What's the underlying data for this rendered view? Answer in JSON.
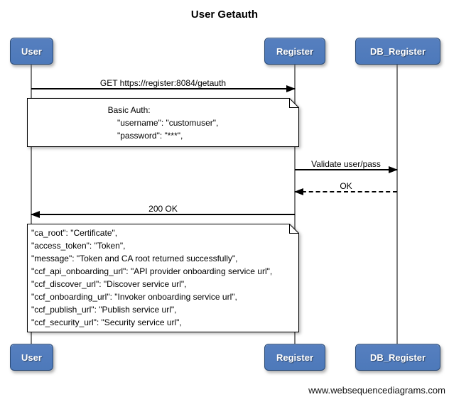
{
  "diagram": {
    "title": "User Getauth",
    "watermark": "www.websequencediagrams.com"
  },
  "actors": [
    {
      "id": "user",
      "label": "User"
    },
    {
      "id": "register",
      "label": "Register"
    },
    {
      "id": "db_register",
      "label": "DB_Register"
    }
  ],
  "messages": [
    {
      "label": "GET https://register:8084/getauth",
      "from": "User",
      "to": "Register",
      "line": "solid"
    },
    {
      "label": "Validate user/pass",
      "from": "Register",
      "to": "DB_Register",
      "line": "solid"
    },
    {
      "label": "OK",
      "from": "DB_Register",
      "to": "Register",
      "line": "dashed"
    },
    {
      "label": "200 OK",
      "from": "Register",
      "to": "User",
      "line": "solid"
    }
  ],
  "notes": [
    {
      "lines": [
        "Basic Auth:",
        "    \"username\": \"customuser\",",
        "    \"password\": \"***\","
      ]
    },
    {
      "lines": [
        "\"ca_root\": \"Certificate\",",
        "\"access_token\": \"Token\",",
        "\"message\": \"Token and CA root returned successfully\",",
        "\"ccf_api_onboarding_url\": \"API provider onboarding service url\",",
        "\"ccf_discover_url\": \"Discover service url\",",
        "\"ccf_onboarding_url\": \"Invoker onboarding service url\",",
        "\"ccf_publish_url\": \"Publish service url\",",
        "\"ccf_security_url\": \"Security service url\","
      ]
    }
  ],
  "colors": {
    "actor_fill": "#4d79ba",
    "actor_border": "#2a4a75",
    "actor_text": "#ffffff",
    "lifeline": "#7d7d7d",
    "arrow": "#000000",
    "note_bg": "#ffffff",
    "note_border": "#000000",
    "text": "#000000"
  }
}
